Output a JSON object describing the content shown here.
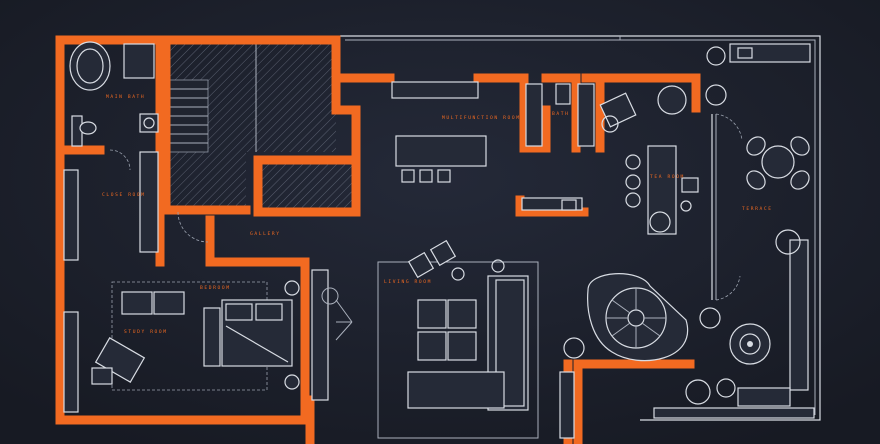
{
  "colors": {
    "background": "#1b1f2a",
    "wall": "#f26a21",
    "line": "#d8dce3",
    "label": "#f26a21"
  },
  "rooms": {
    "main_bath": "MAIN BATH",
    "close_room": "CLOSE ROOM",
    "gallery": "GALLERY",
    "bedroom": "BEDROOM",
    "study_room": "STUDY ROOM",
    "living_room": "LIVING ROOM",
    "multifunction_room": "MULTIFUNCTION ROOM",
    "bath": "BATH",
    "tea_room": "TEA ROOM",
    "terrace": "TERRACE"
  }
}
